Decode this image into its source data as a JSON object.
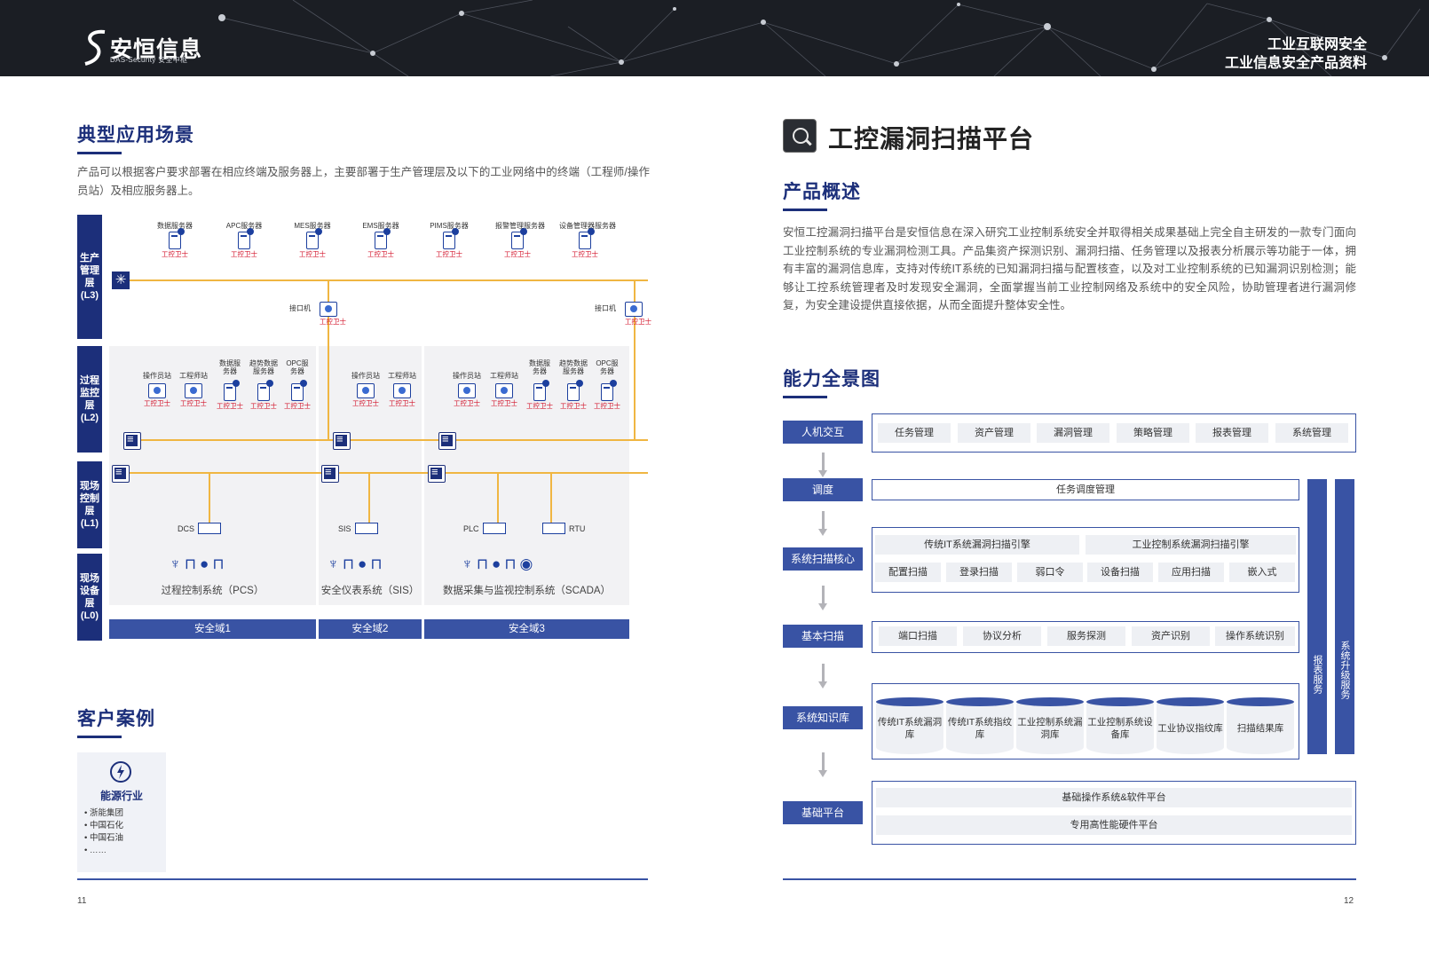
{
  "header": {
    "logo_cn": "安恒信息",
    "logo_en": "DAS-Security 安全中枢",
    "title_line1": "工业互联网安全",
    "title_line2": "工业信息安全产品资料"
  },
  "left": {
    "scenario_title": "典型应用场景",
    "scenario_desc": "产品可以根据客户要求部署在相应终端及服务器上，主要部署于生产管理层及以下的工业网络中的终端（工程师/操作员站）及相应服务器上。",
    "levels": [
      "生产管理层(L3)",
      "过程监控层(L2)",
      "现场控制层(L1)",
      "现场设备层(L0)"
    ],
    "l3_servers": [
      "数据服务器",
      "APC服务器",
      "MES服务器",
      "EMS服务器",
      "PIMS服务器",
      "报警管理服务器",
      "设备管理器服务器"
    ],
    "guard": "工控卫士",
    "gateway": "接口机",
    "zone1_devices": [
      "操作员站",
      "工程师站",
      "数据服务器",
      "趋势数据服务器",
      "OPC服务器"
    ],
    "zone2_devices": [
      "操作员站",
      "工程师站"
    ],
    "zone3_devices": [
      "操作员站",
      "工程师站",
      "数据服务器",
      "趋势数据服务器",
      "OPC服务器"
    ],
    "controllers": {
      "dcs": "DCS",
      "sis": "SIS",
      "plc": "PLC",
      "rtu": "RTU"
    },
    "systems": [
      "过程控制系统（PCS）",
      "安全仪表系统（SIS）",
      "数据采集与监视控制系统（SCADA）"
    ],
    "zones": [
      "安全域1",
      "安全域2",
      "安全域3"
    ],
    "case_title": "客户案例",
    "case_industry": "能源行业",
    "case_items": [
      "浙能集团",
      "中国石化",
      "中国石油",
      "……"
    ],
    "page_num": "11"
  },
  "right": {
    "product_title": "工控漏洞扫描平台",
    "overview_title": "产品概述",
    "overview": "安恒工控漏洞扫描平台是安恒信息在深入研究工业控制系统安全并取得相关成果基础上完全自主研发的一款专门面向工业控制系统的专业漏洞检测工具。产品集资产探测识别、漏洞扫描、任务管理以及报表分析展示等功能于一体，拥有丰富的漏洞信息库，支持对传统IT系统的已知漏洞扫描与配置核查，以及对工业控制系统的已知漏洞识别检测；能够让工控系统管理者及时发现安全漏洞，全面掌握当前工业控制网络及系统中的安全风险，协助管理者进行漏洞修复，为安全建设提供直接依据，从而全面提升整体安全性。",
    "capability_title": "能力全景图",
    "layers": [
      "人机交互",
      "调度",
      "系统扫描核心",
      "基本扫描",
      "系统知识库",
      "基础平台"
    ],
    "hci": [
      "任务管理",
      "资产管理",
      "漏洞管理",
      "策略管理",
      "报表管理",
      "系统管理"
    ],
    "schedule": "任务调度管理",
    "engines": [
      "传统IT系统漏洞扫描引擎",
      "工业控制系统漏洞扫描引擎"
    ],
    "scan_core": [
      "配置扫描",
      "登录扫描",
      "弱口令",
      "设备扫描",
      "应用扫描",
      "嵌入式"
    ],
    "basic_scan": [
      "端口扫描",
      "协议分析",
      "服务探测",
      "资产识别",
      "操作系统识别"
    ],
    "kb": [
      "传统IT系统漏洞库",
      "传统IT系统指纹库",
      "工业控制系统漏洞库",
      "工业控制系统设备库",
      "工业协议指纹库",
      "扫描结果库"
    ],
    "platform": [
      "基础操作系统&软件平台",
      "专用高性能硬件平台"
    ],
    "side": [
      "报表服务",
      "系统升级服务"
    ],
    "page_num": "12"
  }
}
